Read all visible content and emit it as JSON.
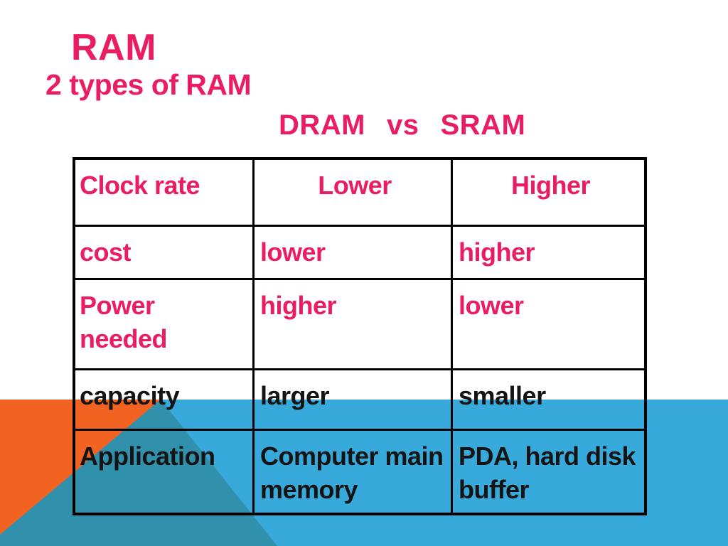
{
  "slide": {
    "title": "RAM",
    "subtitle": "2 types of RAM",
    "comparison_heading": {
      "items": [
        "DRAM",
        "vs",
        "SRAM"
      ]
    },
    "table": {
      "rows": [
        {
          "cells": [
            "Clock rate",
            "Lower",
            "Higher"
          ]
        },
        {
          "cells": [
            "cost",
            "lower",
            "higher"
          ]
        },
        {
          "cells": [
            "Power needed",
            "higher",
            "lower"
          ]
        },
        {
          "cells": [
            "capacity",
            "larger",
            "smaller"
          ]
        },
        {
          "cells": [
            "Application",
            "Computer main memory",
            "PDA, hard disk buffer"
          ]
        }
      ]
    }
  },
  "colors": {
    "heading_pink": "#EB1D61",
    "table_text_pink": "#EB1D61",
    "table_text_black": "#141414",
    "band_blue": "#37AADB",
    "triangle_orange": "#F26322",
    "triangle_teal": "#3190AC",
    "table_border": "#000000",
    "background_white": "#FFFFFF"
  }
}
